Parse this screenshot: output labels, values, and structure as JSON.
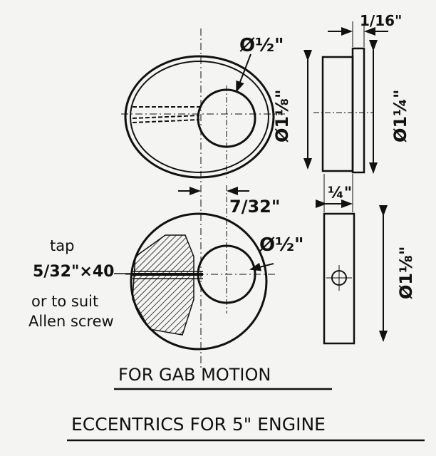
{
  "top_view": {
    "bore_label": "Ø½\"",
    "outer_dia_label": "Ø1⅛\""
  },
  "bottom_view": {
    "bore_label": "Ø½\"",
    "offset_label": "7/32\"",
    "tap_note": [
      "tap",
      "5/32\"×40",
      "or to suit",
      "Allen screw"
    ]
  },
  "side_top": {
    "flange_label": "1/16\"",
    "outer_dia_label": "Ø1¼\""
  },
  "side_bottom": {
    "width_label": "¼\"",
    "outer_dia_label": "Ø1⅛\""
  },
  "captions": {
    "subtitle": "FOR GAB MOTION",
    "title": "ECCENTRICS FOR 5\" ENGINE"
  }
}
